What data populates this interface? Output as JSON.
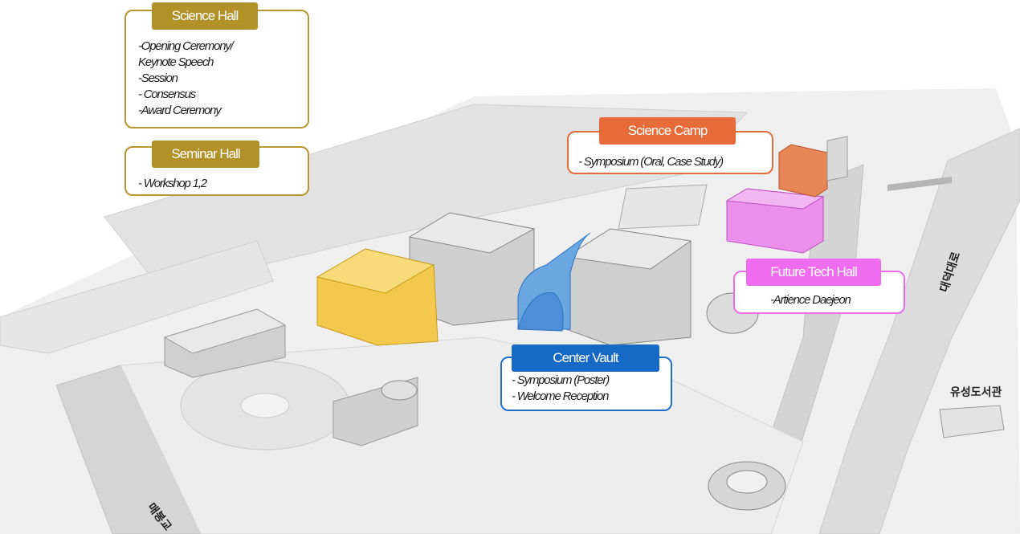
{
  "map": {
    "venues": {
      "science_hall": {
        "title": "Science Hall",
        "items": [
          "-Opening Ceremony/",
          "Keynote Speech",
          "-Session",
          "- Consensus",
          "-Award Ceremony"
        ],
        "color": "#b39129"
      },
      "seminar_hall": {
        "title": "Seminar Hall",
        "items": [
          "- Workshop 1,2"
        ],
        "color": "#b39129"
      },
      "science_camp": {
        "title": "Science Camp",
        "items": [
          "- Symposium (Oral, Case Study)"
        ],
        "color": "#e66b38"
      },
      "future_tech_hall": {
        "title": "Future Tech Hall",
        "items": [
          "-Artience Daejeon"
        ],
        "color": "#ef6bf0"
      },
      "center_vault": {
        "title": "Center Vault",
        "items": [
          "- Symposium (Poster)",
          "- Welcome Reception"
        ],
        "color": "#1669c4"
      }
    },
    "labels": {
      "road_daedeok": "대덕대로",
      "library": "유성도서관",
      "bridge": "매봉교"
    }
  }
}
